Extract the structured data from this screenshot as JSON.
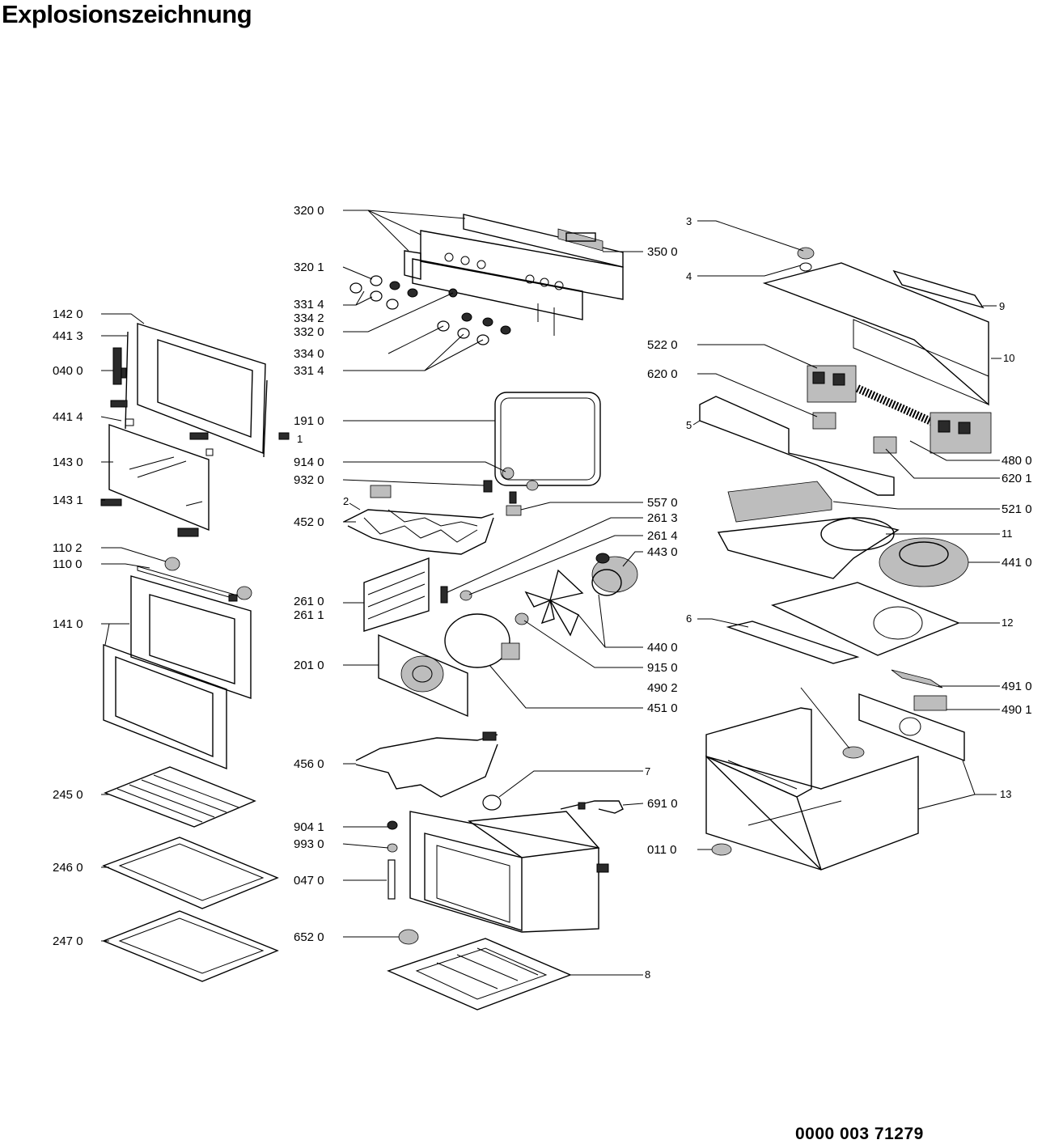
{
  "title": "Explosionszeichnung",
  "document_number": "0000 003 71279",
  "parts": {
    "p3200": "320 0",
    "p3500": "350 0",
    "p3201": "320 1",
    "p3314a": "331 4",
    "p3342": "334 2",
    "p3320": "332 0",
    "p3340": "334 0",
    "p3314b": "331 4",
    "p1420": "142 0",
    "p4413": "441 3",
    "p0400": "040 0",
    "p4414": "441 4",
    "p1430": "143 0",
    "p1431": "143 1",
    "p1": "1",
    "p2": "2",
    "p1910": "191 0",
    "p9140": "914 0",
    "p9320": "932 0",
    "p4520": "452 0",
    "p5570": "557 0",
    "p2613": "261 3",
    "p2614": "261 4",
    "p4430": "443 0",
    "p1102": "110 2",
    "p1100": "110 0",
    "p1410": "141 0",
    "p2610": "261 0",
    "p2611": "261 1",
    "p4400": "440 0",
    "p9150": "915 0",
    "p4902": "490 2",
    "p2010": "201 0",
    "p4510": "451 0",
    "p4560": "456 0",
    "p7": "7",
    "p6910": "691 0",
    "p2450": "245 0",
    "p9041": "904 1",
    "p9930": "993 0",
    "p0110": "011 0",
    "p0470": "047 0",
    "p2460": "246 0",
    "p2470": "247 0",
    "p6520": "652 0",
    "p8": "8",
    "p3": "3",
    "p4": "4",
    "p9": "9",
    "p10": "10",
    "p5220": "522 0",
    "p6200": "620 0",
    "p5": "5",
    "p4800": "480 0",
    "p6201": "620 1",
    "p5210": "521 0",
    "p11": "11",
    "p4410": "441 0",
    "p6": "6",
    "p12": "12",
    "p4910": "491 0",
    "p4901": "490 1",
    "p13": "13"
  }
}
